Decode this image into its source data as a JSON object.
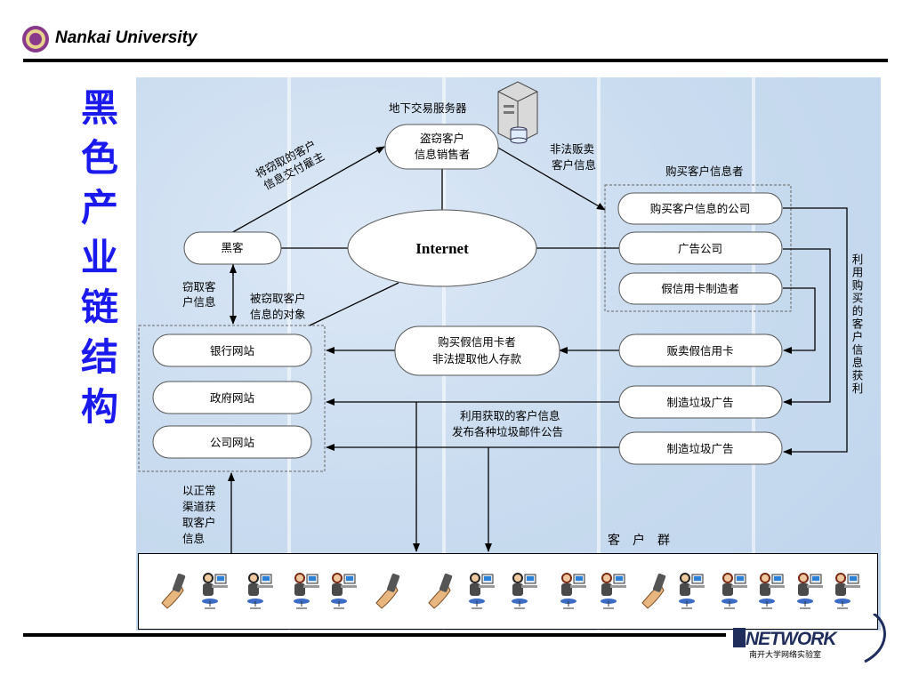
{
  "header": {
    "university": "Nankai University"
  },
  "title_chars": [
    "黑",
    "色",
    "产",
    "业",
    "链",
    "结",
    "构"
  ],
  "nodes": {
    "server_label": "地下交易服务器",
    "seller_line1": "盗窃客户",
    "seller_line2": "信息销售者",
    "internet": "Internet",
    "hacker": "黑客",
    "buyer_group": "购买客户信息者",
    "buyer_company": "购买客户信息的公司",
    "ad_company": "广告公司",
    "card_maker": "假信用卡制造者",
    "fake_card_buyer_line1": "购买假信用卡者",
    "fake_card_buyer_line2": "非法提取他人存款",
    "sell_fake_card": "贩卖假信用卡",
    "spam_ad_1": "制造垃圾广告",
    "spam_ad_2": "制造垃圾广告",
    "bank_site": "银行网站",
    "gov_site": "政府网站",
    "company_site": "公司网站",
    "customers": "客　户　群"
  },
  "edge_labels": {
    "deliver_line1": "将窃取的客户",
    "deliver_line2": "信息交付雇主",
    "sell_line1": "非法贩卖",
    "sell_line2": "客户信息",
    "steal_line1": "窃取客",
    "steal_line2": "户信息",
    "target_line1": "被窃取客户",
    "target_line2": "信息的对象",
    "profit_vertical": "利用购买的客户信息获利",
    "spam_line1": "利用获取的客户信息",
    "spam_line2": "发布各种垃圾邮件公告",
    "normal_line1": "以正常",
    "normal_line2": "渠道获",
    "normal_line3": "取客户",
    "normal_line4": "信息"
  },
  "footer": {
    "logo_text": "NETWORK",
    "logo_sub": "南开大学网络实验室"
  },
  "colors": {
    "title": "#1a1aee",
    "panel": "#c8dbef"
  }
}
